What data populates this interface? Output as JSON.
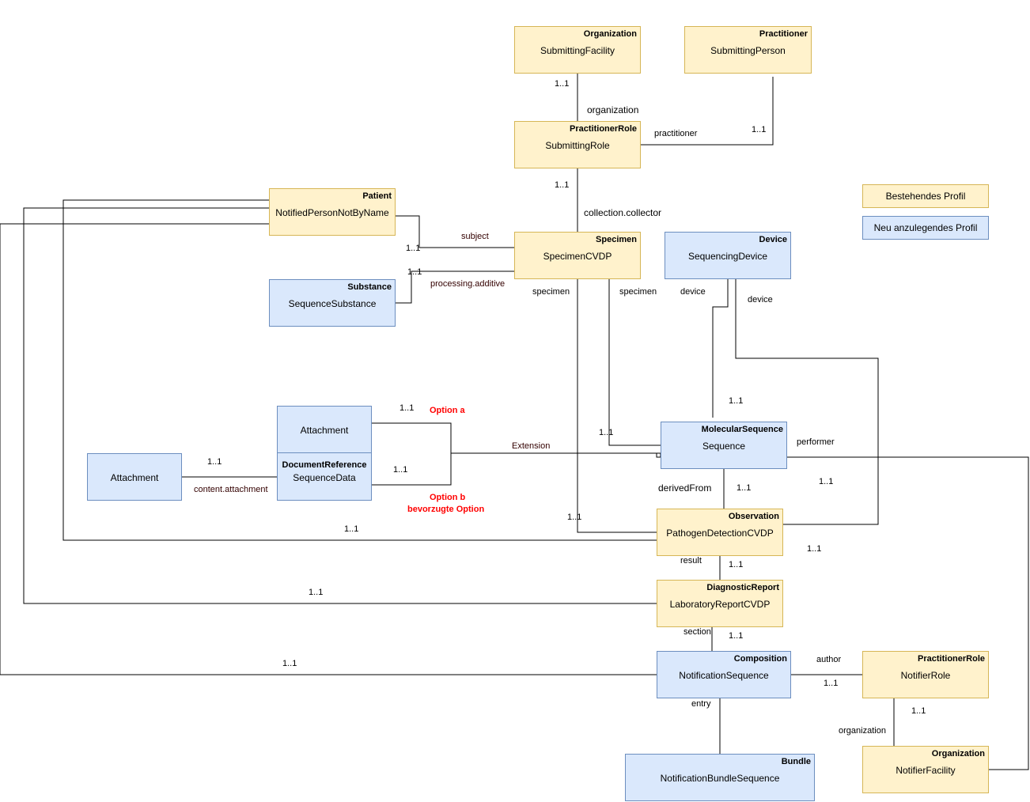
{
  "legend": {
    "existing": {
      "label": "Bestehendes Profil",
      "color": "#fff2cc",
      "border": "#d6b656"
    },
    "new": {
      "label": "Neu anzulegendes Profil",
      "color": "#dae8fc",
      "border": "#6c8ebf"
    }
  },
  "nodes": {
    "submitting_facility": {
      "type": "Organization",
      "name": "SubmittingFacility",
      "kind": "existing"
    },
    "submitting_person": {
      "type": "Practitioner",
      "name": "SubmittingPerson",
      "kind": "existing"
    },
    "submitting_role": {
      "type": "PractitionerRole",
      "name": "SubmittingRole",
      "kind": "existing"
    },
    "patient": {
      "type": "Patient",
      "name": "NotifiedPersonNotByName",
      "kind": "existing"
    },
    "specimen": {
      "type": "Specimen",
      "name": "SpecimenCVDP",
      "kind": "existing"
    },
    "device": {
      "type": "Device",
      "name": "SequencingDevice",
      "kind": "new"
    },
    "substance": {
      "type": "Substance",
      "name": "SequenceSubstance",
      "kind": "new"
    },
    "attachment_top": {
      "type": "",
      "name": "Attachment",
      "kind": "new"
    },
    "document_reference": {
      "type": "DocumentReference",
      "name": "SequenceData",
      "kind": "new"
    },
    "attachment_left": {
      "type": "",
      "name": "Attachment",
      "kind": "new"
    },
    "molecular_sequence": {
      "type": "MolecularSequence",
      "name": "Sequence",
      "kind": "new"
    },
    "observation": {
      "type": "Observation",
      "name": "PathogenDetectionCVDP",
      "kind": "existing"
    },
    "diagnostic_report": {
      "type": "DiagnosticReport",
      "name": "LaboratoryReportCVDP",
      "kind": "existing"
    },
    "composition": {
      "type": "Composition",
      "name": "NotificationSequence",
      "kind": "new"
    },
    "notifier_role": {
      "type": "PractitionerRole",
      "name": "NotifierRole",
      "kind": "existing"
    },
    "notifier_facility": {
      "type": "Organization",
      "name": "NotifierFacility",
      "kind": "existing"
    },
    "bundle": {
      "type": "Bundle",
      "name": "NotificationBundleSequence",
      "kind": "new"
    }
  },
  "labels": {
    "organization_top": "organization",
    "card_facility": "1..1",
    "practitioner": "practitioner",
    "card_person": "1..1",
    "card_role": "1..1",
    "collection_collector": "collection.collector",
    "subject": "subject",
    "card_subject": "1..1",
    "processing_additive": "processing.additive",
    "card_additive": "1..1",
    "specimen_obs": "specimen",
    "specimen_seq": "specimen",
    "device_seq": "device",
    "device_obs": "device",
    "card_device": "1..1",
    "card_option_a": "1..1",
    "option_a": "Option a",
    "extension": "Extension",
    "card_spec_seq": "1..1",
    "card_content": "1..1",
    "content_attachment": "content.attachment",
    "card_option_b": "1..1",
    "option_b": "Option b",
    "preferred_option": "bevorzugte Option",
    "performer": "performer",
    "card_performer": "1..1",
    "derived_from": "derivedFrom",
    "card_derived": "1..1",
    "card_spec_obs": "1..1",
    "card_patient_obs": "1..1",
    "card_performer2": "1..1",
    "result": "result",
    "card_result": "1..1",
    "card_patient_report": "1..1",
    "section": "section",
    "card_section": "1..1",
    "card_patient_comp": "1..1",
    "author": "author",
    "card_author": "1..1",
    "entry": "entry",
    "organization_notifier": "organization",
    "card_notifier_org": "1..1"
  }
}
